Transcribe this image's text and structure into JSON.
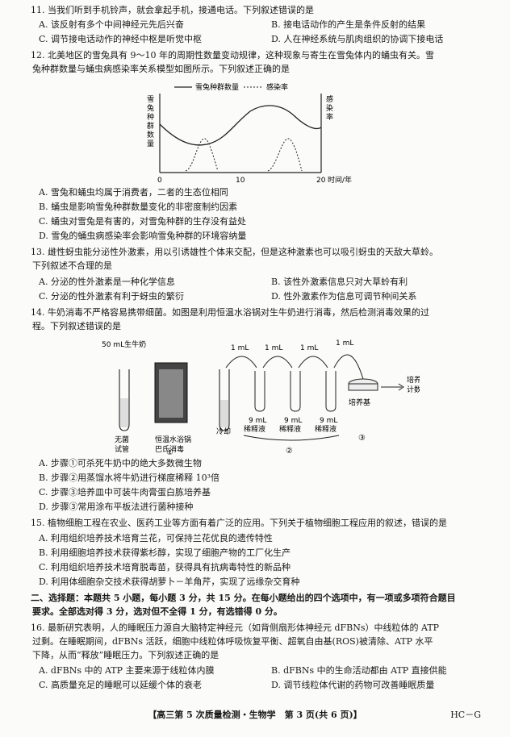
{
  "q11": {
    "stem": "11. 当我们听到手机铃声，就会拿起手机，接通电话。下列叙述错误的是",
    "A": "A. 该反射有多个中间神经元先后兴奋",
    "B": "B. 接电话动作的产生是条件反射的结果",
    "C": "C. 调节接电话动作的神经中枢是听觉中枢",
    "D": "D. 人在神经系统与肌肉组织的协调下接电话"
  },
  "q12": {
    "stem1": "12. 北美地区的雪兔具有 9～10 年的周期性数量变动规律，这种现象与寄生在雪兔体内的蛹虫有关。雪",
    "stem2": "兔种群数量与蛹虫病感染率关系模型如图所示。下列叙述正确的是",
    "chart": {
      "legend_solid": "雪兔种群数量",
      "legend_dash": "感染率",
      "ylabel_left": "雪兔种群数量",
      "ylabel_right": "感染率",
      "xlabel": "时间/年",
      "xticks": [
        "0",
        "10",
        "20"
      ]
    },
    "A": "A. 雪兔和蛹虫均属于消费者，二者的生态位相同",
    "B": "B. 蛹虫是影响雪兔种群数量变化的非密度制约因素",
    "C": "C. 蛹虫对雪兔是有害的，对雪兔种群的生存没有益处",
    "D": "D. 雪兔的蛹虫病感染率会影响雪兔种群的环境容纳量"
  },
  "q13": {
    "stem1": "13. 雌性蚜虫能分泌性外激素，用以引诱雄性个体来交配，但是这种激素也可以吸引蚜虫的天敌大草蛉。",
    "stem2": "下列叙述不合理的是",
    "A": "A. 分泌的性外激素是一种化学信息",
    "B": "B. 该性外激素信息只对大草蛉有利",
    "C": "C. 分泌的性外激素有利于蚜虫的繁衍",
    "D": "D. 性外激素作为信息可调节种间关系"
  },
  "q14": {
    "stem1": "14. 牛奶消毒不严格容易携带细菌。如图是利用恒温水浴锅对生牛奶进行消毒，然后检测消毒效果的过",
    "stem2": "程。下列叙述错误的是",
    "diagram": {
      "milk": "50 mL生牛奶",
      "tube_label1": "无菌",
      "tube_label2": "试管",
      "bath_label1": "恒温水浴锅",
      "bath_label2": "巴氏消毒",
      "cool": "冷却",
      "ml1": "1 mL",
      "ml2": "1 mL",
      "ml3": "1 mL",
      "ml4": "1 mL",
      "dil_top": "9 mL",
      "dil_bottom": "稀释液",
      "plate": "培养基",
      "count1": "培养",
      "count2": "计数",
      "step1": "①",
      "step2": "②",
      "step3": "③"
    },
    "A": "A. 步骤①可杀死牛奶中的绝大多数微生物",
    "B": "B. 步骤②用蒸馏水将牛奶进行梯度稀释 10³倍",
    "C": "C. 步骤③培养皿中可装牛肉膏蛋白胨培养基",
    "D": "D. 步骤③常用涂布平板法进行菌种接种"
  },
  "q15": {
    "stem": "15. 植物细胞工程在农业、医药工业等方面有着广泛的应用。下列关于植物细胞工程应用的叙述，错误的是",
    "A": "A. 利用组织培养技术培育兰花，可保持兰花优良的遗传特性",
    "B": "B. 利用细胞培养技术获得紫杉醇，实现了细胞产物的工厂化生产",
    "C": "C. 利用组织培养技术培育脱毒苗，获得具有抗病毒特性的新品种",
    "D": "D. 利用体细胞杂交技术获得胡萝卜－羊角芹，实现了远缘杂交育种"
  },
  "section2": {
    "line1": "二、选择题：本题共 5 小题，每小题 3 分，共 15 分。在每小题给出的四个选项中，有一项或多项符合题目",
    "line2": "要求。全部选对得 3 分，选对但不全得 1 分，有选错得 0 分。"
  },
  "q16": {
    "stem1": "16. 最新研究表明，人的睡眠压力源自大脑特定神经元（如背侧扇形体神经元 dFBNs）中线粒体的 ATP",
    "stem2": "过剩。在睡眠期间，dFBNs 活跃，细胞中线粒体呼吸恢复平衡、超氧自由基(ROS)被清除、ATP 水平",
    "stem3": "下降，从而“释放”睡眠压力。下列叙述正确的是",
    "A": "A. dFBNs 中的 ATP 主要来源于线粒体内膜",
    "B": "B. dFBNs 中的生命活动都由 ATP 直接供能",
    "C": "C. 高质量充足的睡眠可以延缓个体的衰老",
    "D": "D. 调节线粒体代谢的药物可改善睡眠质量"
  },
  "footer": {
    "center": "【高三第 5 次质量检测・生物学　第 3 页(共 6 页)】",
    "code": "HC－G"
  }
}
